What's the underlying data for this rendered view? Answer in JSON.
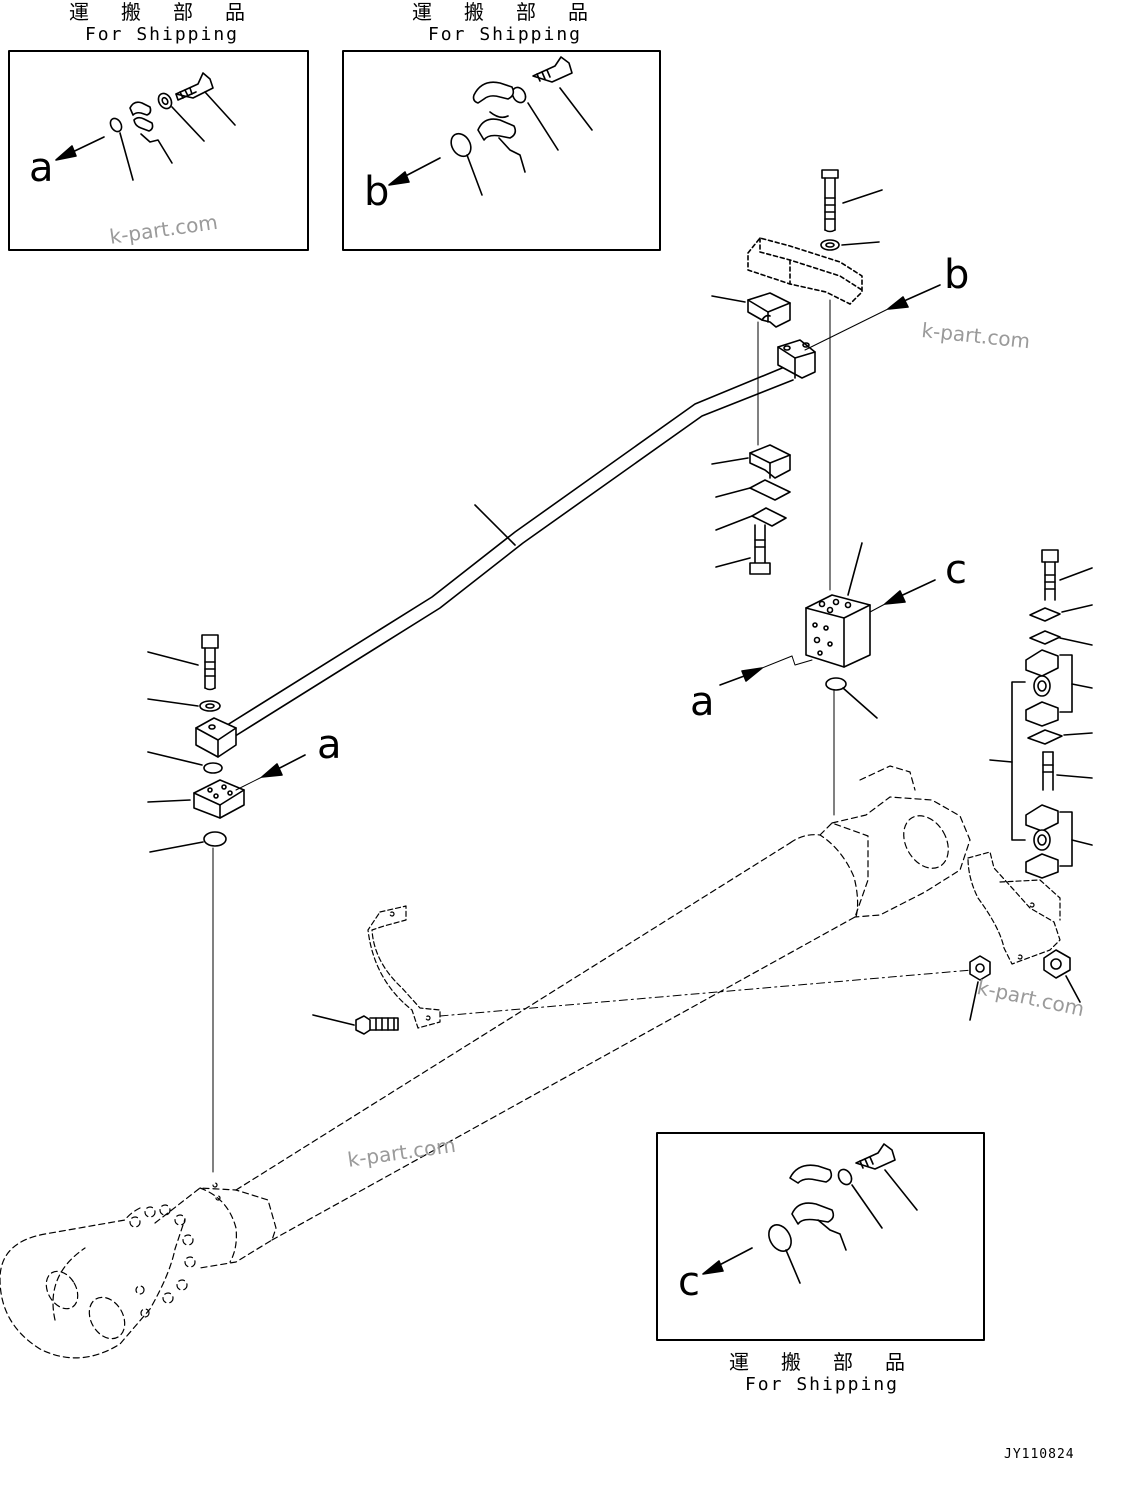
{
  "shipping_labels": [
    {
      "japanese": "運 搬 部 品",
      "english": "For Shipping"
    },
    {
      "japanese": "運 搬 部 品",
      "english": "For Shipping"
    },
    {
      "japanese": "運 搬 部 品",
      "english": "For Shipping"
    }
  ],
  "callouts": {
    "inset1_a": "a",
    "inset2_b": "b",
    "main_b": "b",
    "main_c": "c",
    "main_a_right": "a",
    "main_a_left": "a",
    "inset3_c": "c"
  },
  "watermarks": [
    "k-part.com",
    "k-part.com",
    "k-part.com",
    "k-part.com"
  ],
  "drawing_code": "JY110824"
}
